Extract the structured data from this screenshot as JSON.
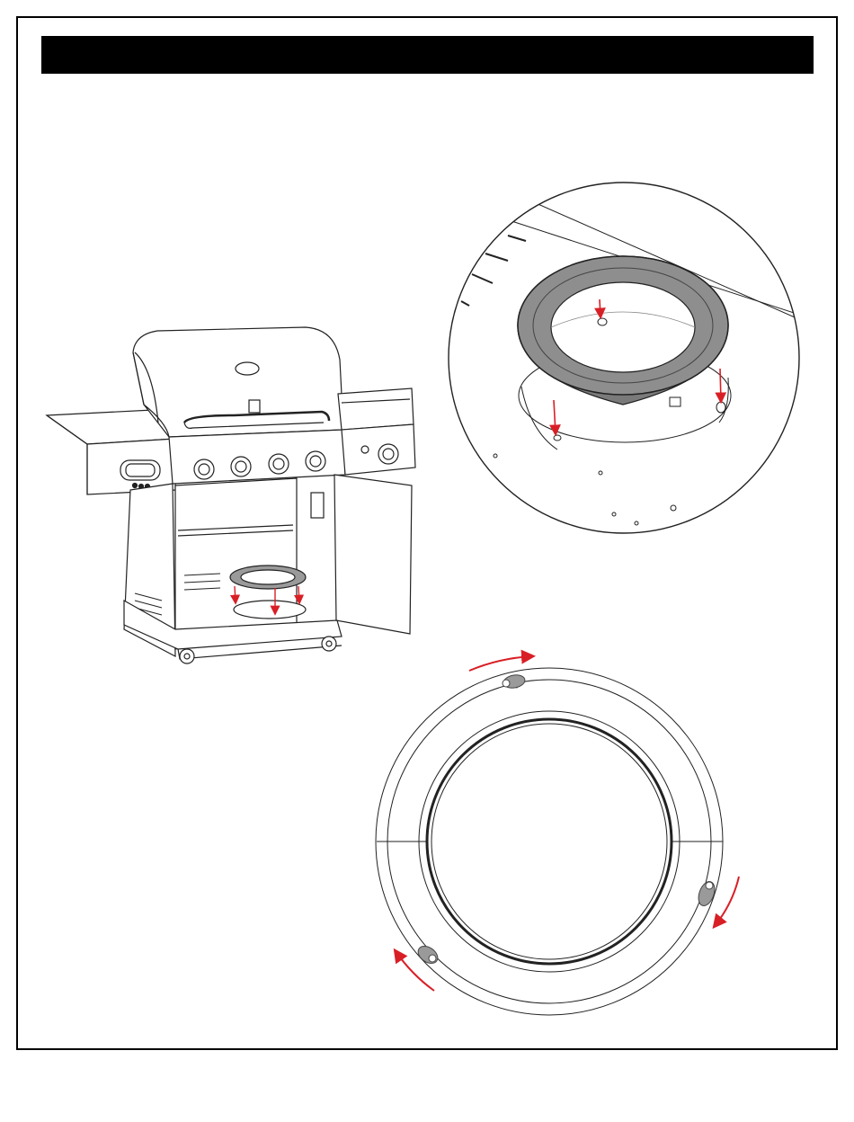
{
  "header": {
    "title": ""
  },
  "colors": {
    "arrow": "#d91f26",
    "ring": "#8a8a8a",
    "line": "#222222"
  },
  "figures": [
    {
      "name": "grill-overview",
      "icon": "grill-illustration"
    },
    {
      "name": "detail-callout",
      "icon": "magnified-ring-detail"
    },
    {
      "name": "rotation-diagram",
      "icon": "ring-rotation-top-view"
    }
  ]
}
